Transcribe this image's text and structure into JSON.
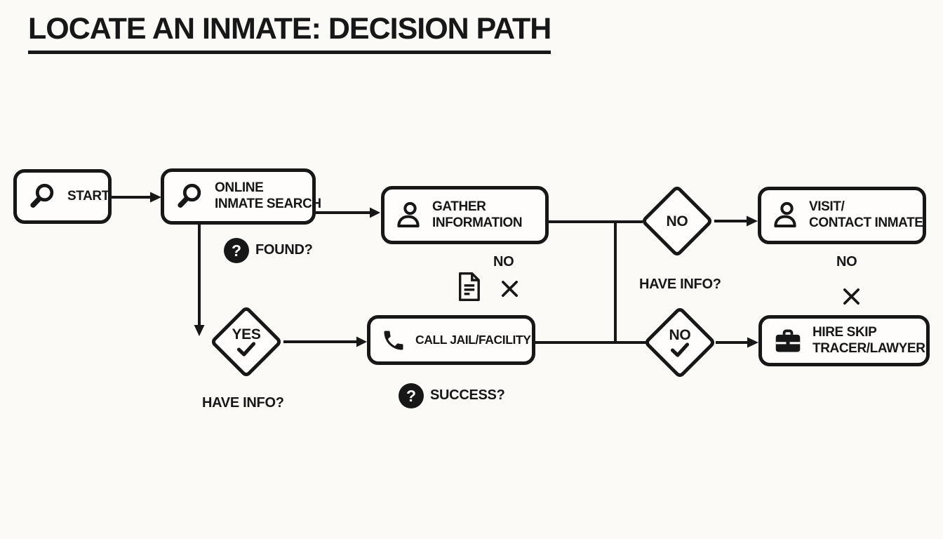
{
  "title": "LOCATE AN INMATE: DECISION PATH",
  "colors": {
    "ink": "#171717",
    "background": "#fbfaf7",
    "node_fill": "#fefdfb"
  },
  "nodes": {
    "start": {
      "lines": [
        "START"
      ],
      "icon": "magnifier-icon"
    },
    "online_search": {
      "lines": [
        "ONLINE",
        "INMATE SEARCH"
      ],
      "icon": "magnifier-icon"
    },
    "gather_information": {
      "lines": [
        "GATHER",
        "INFORMATION"
      ],
      "icon": "person-icon"
    },
    "call_jail_facility": {
      "lines": [
        "CALL JAIL/FACILITY"
      ],
      "icon": "phone-icon"
    },
    "visit_contact_inmate": {
      "lines": [
        "VISIT/",
        "CONTACT INMATE"
      ],
      "icon": "person-icon"
    },
    "hire_skip_tracer": {
      "lines": [
        "HIRE SKIP",
        "TRACER/LAWYER"
      ],
      "icon": "briefcase-icon"
    }
  },
  "decisions": {
    "found_yes": {
      "label": "YES",
      "has_check": true
    },
    "have_info_no_top": {
      "label": "NO",
      "has_check": false
    },
    "have_info_no_bottom": {
      "label": "NO",
      "has_check": true
    }
  },
  "edge_labels": {
    "question_glyph": "?",
    "found": "FOUND?",
    "have_info_left": "HAVE INFO?",
    "success": "SUCCESS?",
    "no_after_gather": "NO",
    "no_after_visit": "NO",
    "have_info_right": "HAVE INFO?"
  }
}
